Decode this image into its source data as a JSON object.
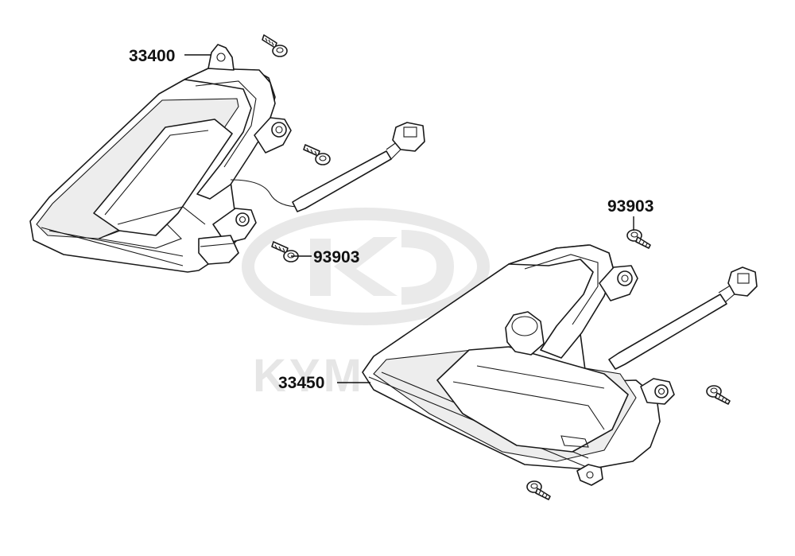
{
  "watermark": {
    "brand": "KYMCO"
  },
  "callouts": {
    "left_lamp": "33400",
    "right_lamp": "33450",
    "screw_left": "93903",
    "screw_right": "93903"
  }
}
